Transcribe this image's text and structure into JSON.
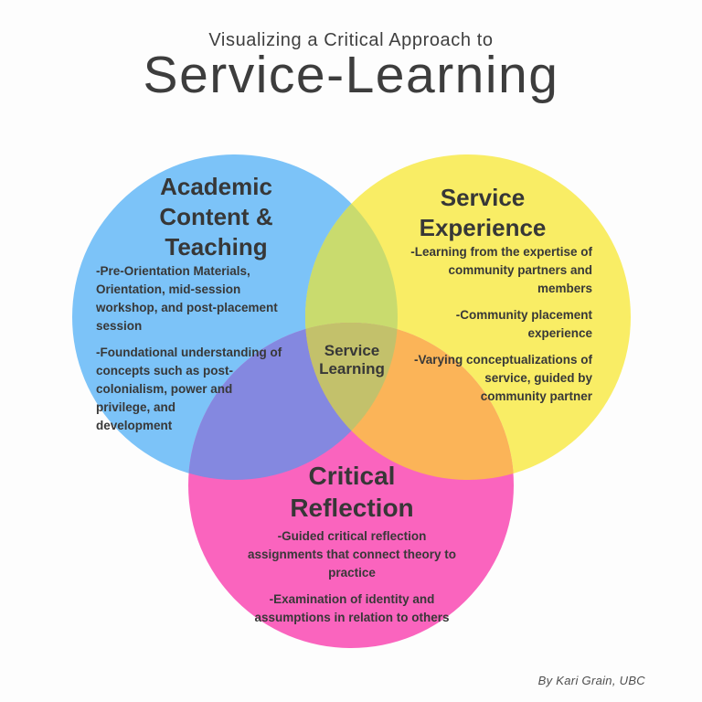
{
  "header": {
    "subtitle": "Visualizing a Critical Approach to",
    "title": "Service-Learning"
  },
  "venn": {
    "colors": {
      "academic": "#7CC3F8",
      "service": "#F9ED65",
      "reflection": "#FA64BE",
      "academic_service_overlap": "#C9DB6E",
      "academic_reflection_overlap": "#8488E0",
      "service_reflection_overlap": "#FBB458",
      "center_overlap": "#C3C16B"
    },
    "academic": {
      "title": "Academic\nContent &\nTeaching",
      "items": [
        "-Pre-Orientation Materials,\nOrientation, mid-session\nworkshop, and post-placement\nsession",
        "-Foundational understanding of\nconcepts such as post-\ncolonialism, power and\nprivilege, and\ndevelopment"
      ]
    },
    "service": {
      "title": "Service\nExperience",
      "items": [
        "-Learning from the expertise of\ncommunity partners and\nmembers",
        "-Community placement\nexperience",
        "-Varying conceptualizations of\nservice, guided by\ncommunity partner"
      ]
    },
    "reflection": {
      "title": "Critical\nReflection",
      "items": [
        "-Guided critical reflection\nassignments that connect theory to\npractice",
        "-Examination of identity and\nassumptions in relation to others"
      ]
    },
    "center_label": "Service\nLearning"
  },
  "attribution": "By Kari Grain, UBC"
}
